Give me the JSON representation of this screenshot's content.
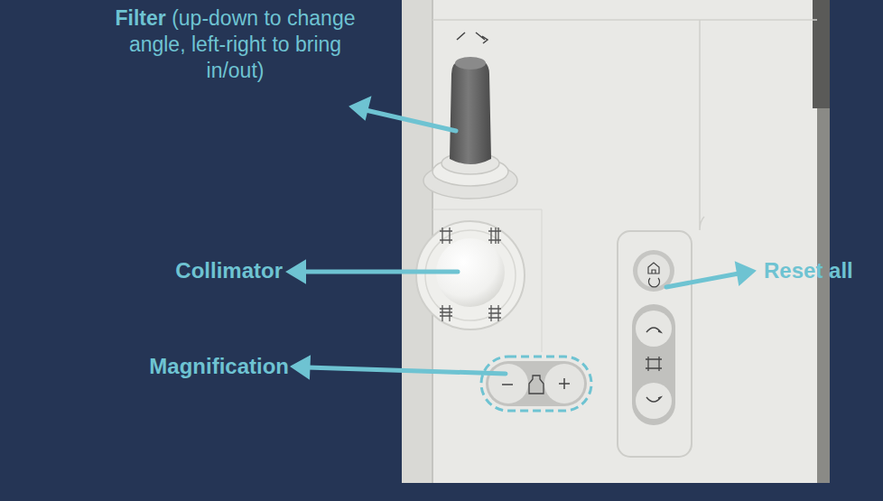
{
  "diagram": {
    "labels": [
      "Filter",
      "(up-down to change angle, left-right to bring in/out)",
      "Collimator",
      "Magnification",
      "Reset all"
    ]
  }
}
